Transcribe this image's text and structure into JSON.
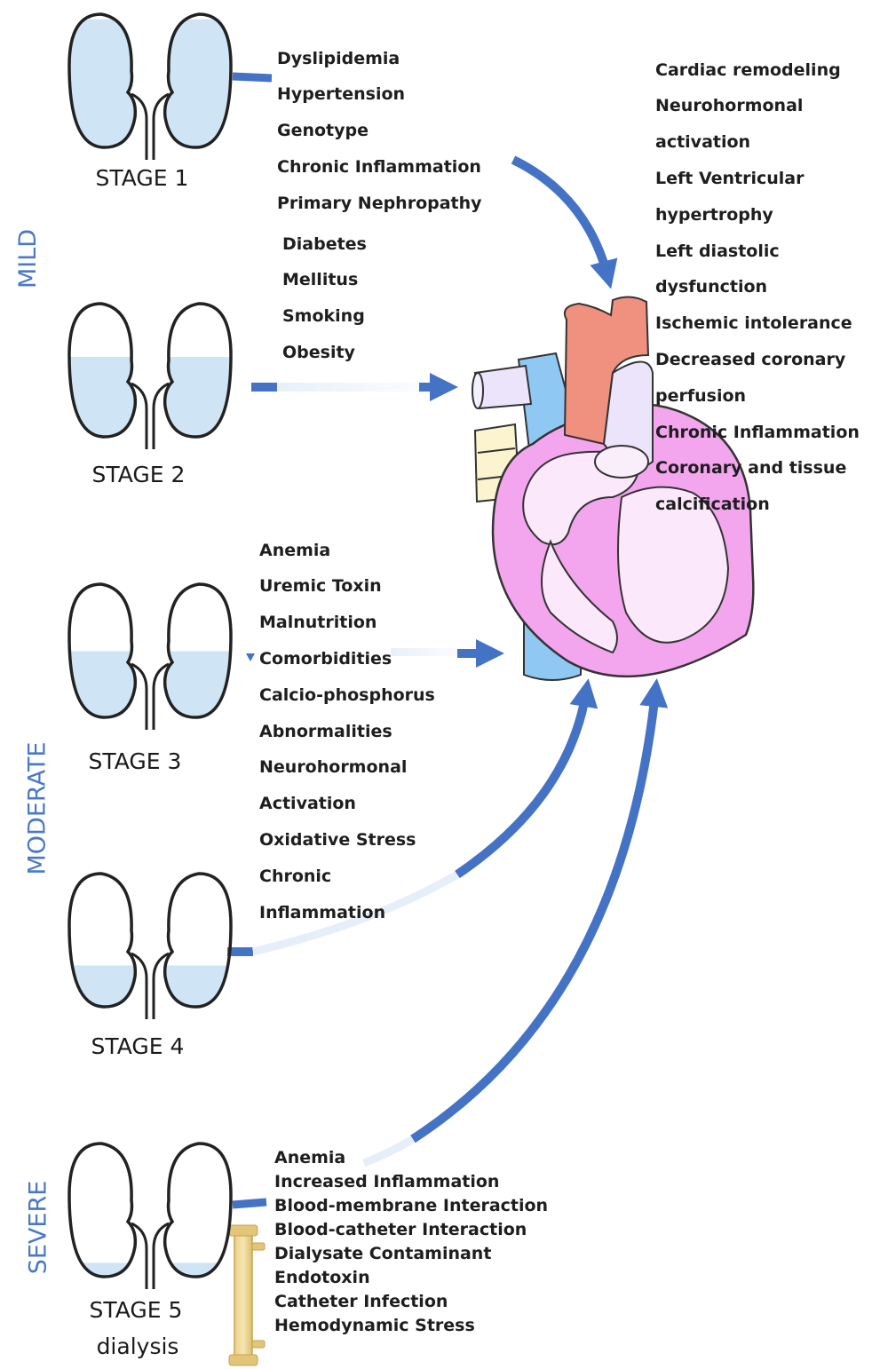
{
  "severity": {
    "mild": "MILD",
    "moderate": "MODERATE",
    "severe": "SEVERE"
  },
  "stages": {
    "s1": "STAGE 1",
    "s2": "STAGE 2",
    "s3": "STAGE 3",
    "s4": "STAGE 4",
    "s5": "STAGE 5",
    "s5_sub": "dialysis"
  },
  "factors": {
    "mild_a": [
      "Dyslipidemia",
      "Hypertension",
      "Genotype",
      "Chronic Inflammation",
      "Primary Nephropathy"
    ],
    "mild_b": [
      "Diabetes",
      "Mellitus",
      "Smoking",
      "Obesity"
    ],
    "moderate": [
      "Anemia",
      "Uremic Toxin",
      "Malnutrition",
      "Comorbidities",
      "Calcio-phosphorus",
      "Abnormalities",
      "Neurohormonal",
      "Activation",
      "Oxidative Stress",
      "Chronic",
      "Inflammation"
    ],
    "severe": [
      "Anemia",
      "Increased Inflammation",
      "Blood-membrane Interaction",
      "Blood-catheter Interaction",
      "Dialysate Contaminant",
      "Endotoxin",
      "Catheter Infection",
      "Hemodynamic Stress"
    ],
    "cardiac": [
      "Cardiac remodeling",
      "Neurohormonal",
      "activation",
      "Left Ventricular",
      "hypertrophy",
      "Left diastolic",
      "dysfunction",
      "Ischemic intolerance",
      "Decreased coronary",
      "perfusion",
      "Chronic Inflammation",
      "Coronary and tissue",
      "calcification"
    ]
  },
  "kidney_fill_levels": [
    0.95,
    0.6,
    0.5,
    0.32,
    0.12
  ],
  "icons": [
    "kidney-icon",
    "heart-icon",
    "dialysis-filter-icon",
    "arrow-icon"
  ],
  "colors": {
    "arrow": "#4472c4",
    "severity_text": "#4a78c8",
    "fluid": "#cfe5f6",
    "heart_pink": "#f3a6ee",
    "aorta": "#f0907f",
    "vena_cava": "#8fc8f2"
  }
}
